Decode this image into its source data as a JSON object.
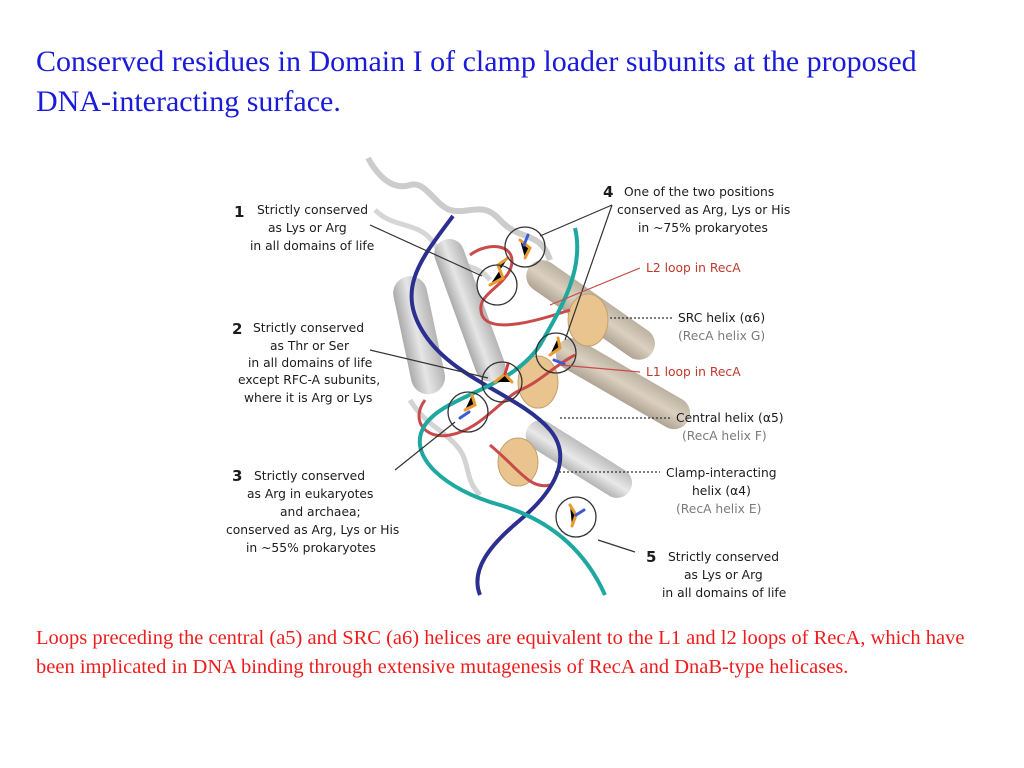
{
  "title": "Conserved residues in Domain I of clamp loader subunits at the proposed DNA-interacting surface.",
  "caption": "Loops preceding the central (a5) and SRC (a6) helices are equivalent to the L1 and l2 loops of RecA, which have been implicated in DNA binding through extensive mutagenesis of RecA and DnaB-type helicases.",
  "figure": {
    "left_annotations": [
      {
        "number": "1",
        "lines": [
          "Strictly conserved",
          "as Lys or Arg",
          "in all domains of life"
        ]
      },
      {
        "number": "2",
        "lines": [
          "Strictly conserved",
          "as Thr or Ser",
          "in all domains of life",
          "except RFC-A subunits,",
          "where it is Arg or Lys"
        ]
      },
      {
        "number": "3",
        "lines": [
          "Strictly conserved",
          "as Arg in eukaryotes",
          "and archaea;",
          "conserved as Arg, Lys or His",
          "in ~55% prokaryotes"
        ]
      }
    ],
    "right_annotations": [
      {
        "number": "4",
        "lines": [
          "One of the two positions",
          "conserved as Arg, Lys or His",
          "in ~75% prokaryotes"
        ]
      },
      {
        "number": "5",
        "lines": [
          "Strictly conserved",
          "as Lys or Arg",
          "in all domains of life"
        ]
      }
    ],
    "loop_labels": {
      "l2": "L2 loop in RecA",
      "l1": "L1 loop in RecA"
    },
    "helix_labels": {
      "src": {
        "name": "SRC helix (α6)",
        "recA": "(RecA helix G)"
      },
      "central": {
        "name": "Central helix (α5)",
        "recA": "(RecA helix F)"
      },
      "clamp": {
        "name1": "Clamp-interacting",
        "name2": "helix (α4)",
        "recA": "(RecA helix E)"
      }
    },
    "colors": {
      "dna_strand_1": "#2b2f8f",
      "dna_strand_2": "#1fa8a0",
      "loop_red": "#c94a4a",
      "helix_tan": "#e9c48f",
      "protein_grey": "#c8c8c8"
    }
  }
}
